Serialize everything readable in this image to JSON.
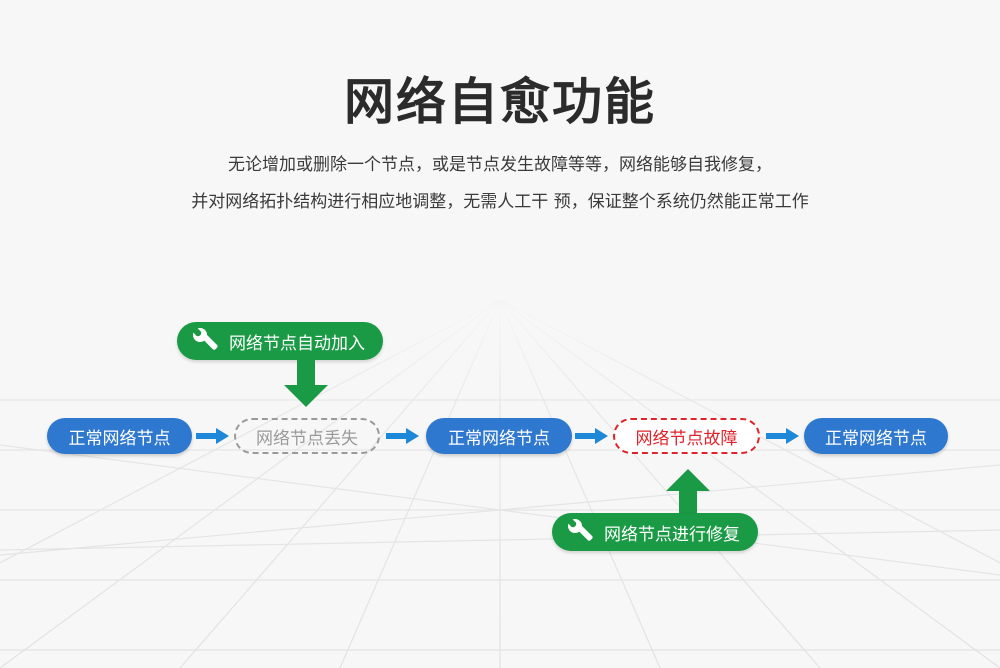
{
  "page": {
    "title": "网络自愈功能",
    "description": [
      "无论增加或删除一个节点，或是节点发生故障等等，网络能够自我修复，",
      "并对网络拓扑结构进行相应地调整，无需人工干 预，保证整个系统仍然能正常工作"
    ]
  },
  "flow": {
    "nodes": [
      {
        "label": "正常网络节点",
        "state": "normal"
      },
      {
        "label": "网络节点丢失",
        "state": "lost"
      },
      {
        "label": "正常网络节点",
        "state": "normal"
      },
      {
        "label": "网络节点故障",
        "state": "fault"
      },
      {
        "label": "正常网络节点",
        "state": "normal"
      }
    ],
    "events": [
      {
        "label": "网络节点自动加入",
        "icon": "wrench-icon",
        "target_node": 1,
        "direction": "down"
      },
      {
        "label": "网络节点进行修复",
        "icon": "wrench-icon",
        "target_node": 3,
        "direction": "up"
      }
    ]
  },
  "colors": {
    "normal_node": "#2f78cf",
    "lost_node": "#9a9a9a",
    "fault_node": "#e0232a",
    "event_green": "#1a9a45",
    "connector_blue": "#1e88d8"
  }
}
